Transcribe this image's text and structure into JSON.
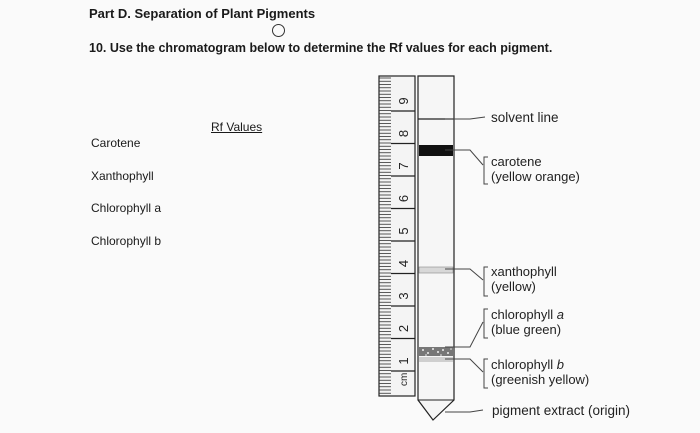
{
  "title": "Part D. Separation of Plant Pigments",
  "question": "10. Use the chromatogram below to determine the Rf values for each pigment.",
  "rf_header": "Rf Values",
  "pigments": [
    "Carotene",
    "Xanthophyll",
    "Chlorophyll a",
    "Chlorophyll b"
  ],
  "ruler": {
    "unit": "cm",
    "numbers": [
      "1",
      "2",
      "3",
      "4",
      "5",
      "6",
      "7",
      "8",
      "9"
    ]
  },
  "labels": {
    "solvent": "solvent line",
    "carotene_name": "carotene",
    "carotene_color": "(yellow orange)",
    "xanthophyll_name": "xanthophyll",
    "xanthophyll_color": "(yellow)",
    "chla_name": "chlorophyll",
    "chla_letter": "a",
    "chla_color": "(blue green)",
    "chlb_name": "chlorophyll",
    "chlb_letter": "b",
    "chlb_color": "(greenish yellow)",
    "origin": "pigment extract (origin)"
  }
}
